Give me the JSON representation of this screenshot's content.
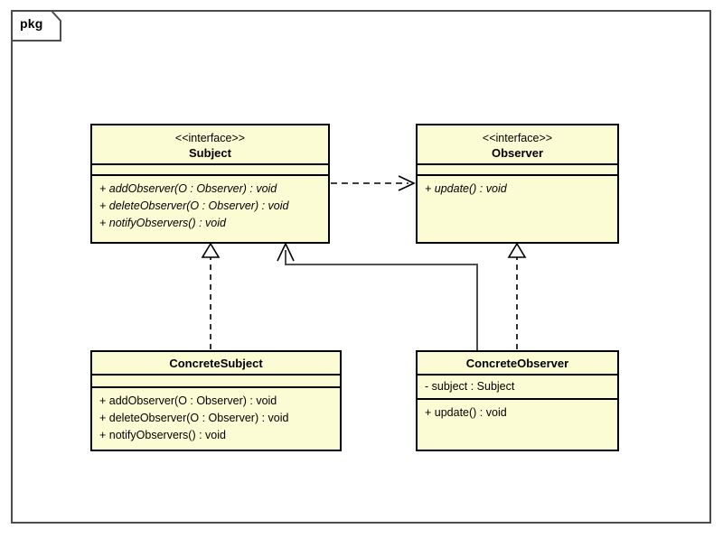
{
  "package": {
    "tab_label": "pkg"
  },
  "classes": [
    {
      "id": "subject",
      "stereotype": "<<interface>>",
      "name": "Subject",
      "attributes": [],
      "operations": [
        "+ addObserver(O : Observer) : void",
        "+ deleteObserver(O : Observer) : void",
        "+ notifyObservers() : void"
      ]
    },
    {
      "id": "observer",
      "stereotype": "<<interface>>",
      "name": "Observer",
      "attributes": [],
      "operations": [
        "+ update() : void"
      ]
    },
    {
      "id": "concrete_subject",
      "stereotype": "",
      "name": "ConcreteSubject",
      "attributes": [],
      "operations": [
        "+ addObserver(O : Observer) : void",
        "+ deleteObserver(O : Observer) : void",
        "+ notifyObservers() : void"
      ]
    },
    {
      "id": "concrete_observer",
      "stereotype": "",
      "name": "ConcreteObserver",
      "attributes": [
        "- subject : Subject"
      ],
      "operations": [
        "+ update() : void"
      ]
    }
  ],
  "relationships": [
    {
      "id": "subject-depends-observer",
      "type": "dependency",
      "style": "dashed",
      "arrowhead": "open",
      "from": "subject",
      "to": "observer"
    },
    {
      "id": "concrete-subject-realizes-subject",
      "type": "realization",
      "style": "dashed",
      "arrowhead": "hollow-triangle",
      "from": "concrete_subject",
      "to": "subject"
    },
    {
      "id": "concrete-observer-realizes-observer",
      "type": "realization",
      "style": "dashed",
      "arrowhead": "hollow-triangle",
      "from": "concrete_observer",
      "to": "observer"
    },
    {
      "id": "concrete-observer-associates-subject",
      "type": "association",
      "style": "solid",
      "arrowhead": "open",
      "from": "concrete_observer",
      "to": "subject"
    }
  ],
  "colors": {
    "class_fill": "#fcfcd4",
    "class_border": "#000000",
    "frame_border": "#4d4d4d",
    "background": "#ffffff",
    "text": "#000000"
  }
}
